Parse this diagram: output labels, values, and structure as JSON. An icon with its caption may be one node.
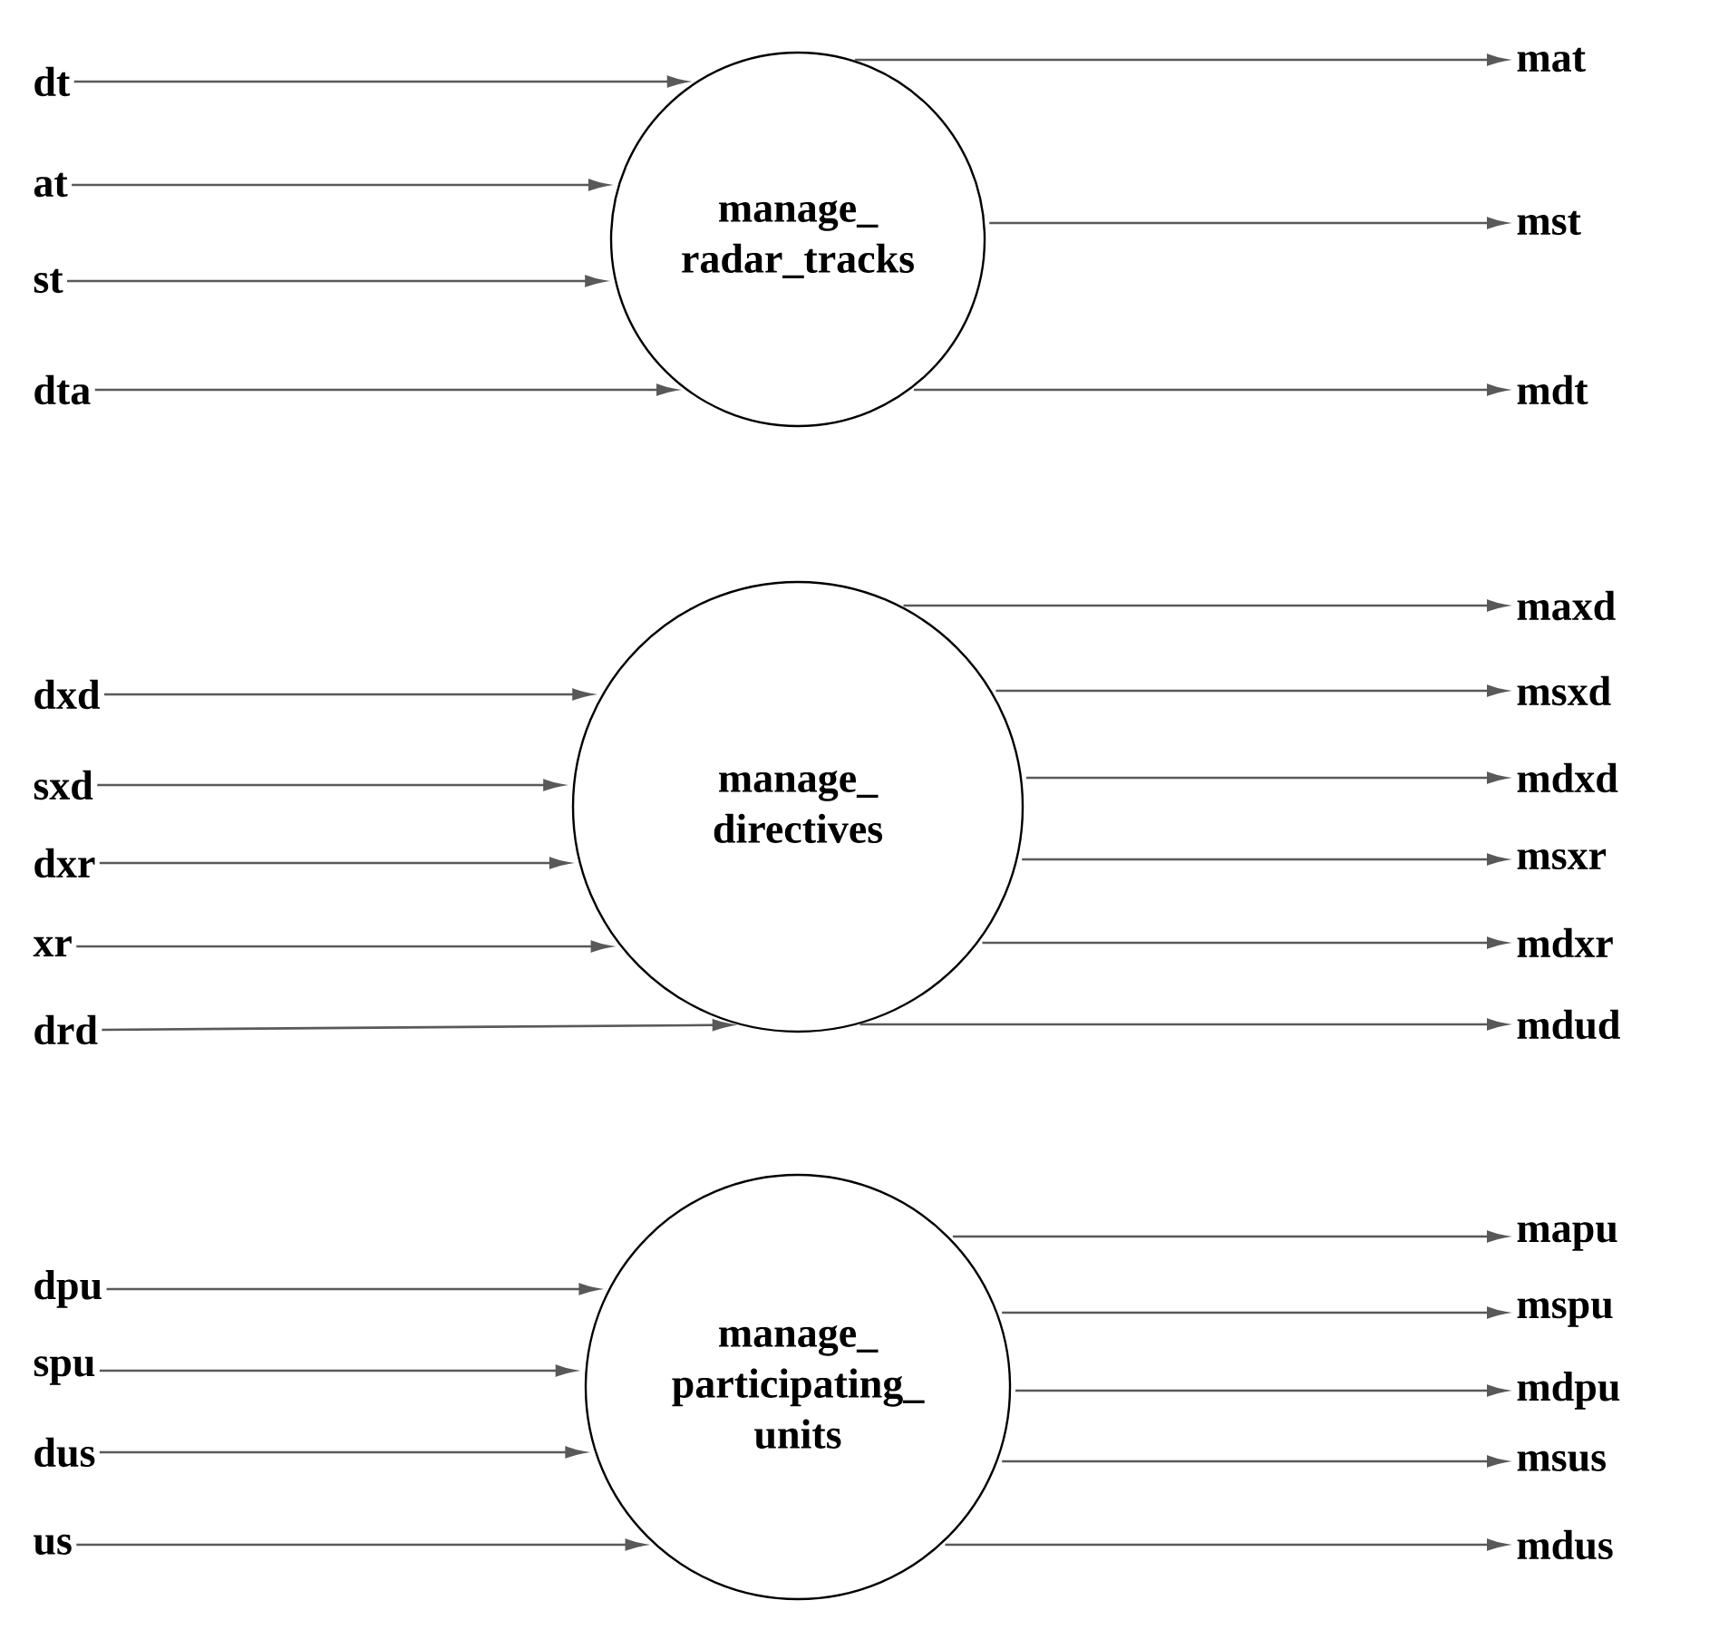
{
  "diagram": {
    "nodes": [
      {
        "text": [
          "manage_ radar_tracks"
        ]
      },
      {
        "text": [
          "dt"
        ]
      },
      {
        "text": [
          "at"
        ]
      },
      {
        "text": [
          "st"
        ]
      },
      {
        "text": [
          "dta"
        ]
      },
      {
        "text": [
          "mat"
        ]
      },
      {
        "text": [
          "mst"
        ]
      },
      {
        "text": [
          "mdt"
        ]
      },
      {
        "text": [
          "manage_ directives"
        ]
      },
      {
        "text": [
          "dxd"
        ]
      },
      {
        "text": [
          "sxd"
        ]
      },
      {
        "text": [
          "dxr"
        ]
      },
      {
        "text": [
          "xr"
        ]
      },
      {
        "text": [
          "drd"
        ]
      },
      {
        "text": [
          "maxd"
        ]
      },
      {
        "text": [
          "msxd"
        ]
      },
      {
        "text": [
          "mdxd"
        ]
      },
      {
        "text": [
          "msxr"
        ]
      },
      {
        "text": [
          "mdxr"
        ]
      },
      {
        "text": [
          "mdud"
        ]
      },
      {
        "text": [
          "manage_ participating_ units"
        ]
      },
      {
        "text": [
          "dpu"
        ]
      },
      {
        "text": [
          "spu"
        ]
      },
      {
        "text": [
          "dus"
        ]
      },
      {
        "text": [
          "us"
        ]
      },
      {
        "text": [
          "mapu"
        ]
      },
      {
        "text": [
          "mspu"
        ]
      },
      {
        "text": [
          "mdpu"
        ]
      },
      {
        "text": [
          "msus"
        ]
      },
      {
        "text": [
          "mdus"
        ]
      }
    ],
    "edges": [
      {
        "from": 1,
        "to": 0,
        "arrow": "to"
      },
      {
        "from": 2,
        "to": 0,
        "arrow": "to"
      },
      {
        "from": 3,
        "to": 0,
        "arrow": "to"
      },
      {
        "from": 4,
        "to": 0,
        "arrow": "to"
      },
      {
        "from": 0,
        "to": 5,
        "arrow": "to"
      },
      {
        "from": 0,
        "to": 6,
        "arrow": "to"
      },
      {
        "from": 0,
        "to": 7,
        "arrow": "to"
      },
      {
        "from": 9,
        "to": 8,
        "arrow": "to"
      },
      {
        "from": 10,
        "to": 8,
        "arrow": "to"
      },
      {
        "from": 11,
        "to": 8,
        "arrow": "to"
      },
      {
        "from": 12,
        "to": 8,
        "arrow": "to"
      },
      {
        "from": 13,
        "to": 8,
        "arrow": "to"
      },
      {
        "from": 8,
        "to": 14,
        "arrow": "to"
      },
      {
        "from": 8,
        "to": 15,
        "arrow": "to"
      },
      {
        "from": 8,
        "to": 16,
        "arrow": "to"
      },
      {
        "from": 8,
        "to": 17,
        "arrow": "to"
      },
      {
        "from": 8,
        "to": 18,
        "arrow": "to"
      },
      {
        "from": 8,
        "to": 19,
        "arrow": "to"
      },
      {
        "from": 21,
        "to": 20,
        "arrow": "to"
      },
      {
        "from": 22,
        "to": 20,
        "arrow": "to"
      },
      {
        "from": 23,
        "to": 20,
        "arrow": "to"
      },
      {
        "from": 24,
        "to": 20,
        "arrow": "to"
      },
      {
        "from": 20,
        "to": 25,
        "arrow": "to"
      },
      {
        "from": 20,
        "to": 26,
        "arrow": "to"
      },
      {
        "from": 20,
        "to": 27,
        "arrow": "to"
      },
      {
        "from": 20,
        "to": 28,
        "arrow": "to"
      },
      {
        "from": 20,
        "to": 29,
        "arrow": "to"
      }
    ]
  }
}
